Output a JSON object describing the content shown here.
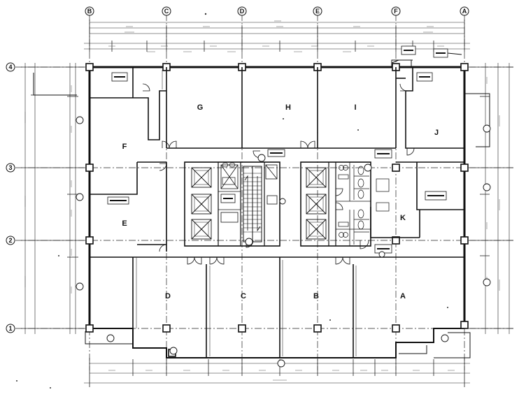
{
  "plan": {
    "column_grid_labels": [
      "B",
      "C",
      "D",
      "E",
      "F",
      "A"
    ],
    "row_grid_labels": [
      "4",
      "3",
      "2",
      "1"
    ],
    "room_labels": {
      "A": "A",
      "B": "B",
      "C": "C",
      "D": "D",
      "E": "E",
      "F": "F",
      "G": "G",
      "H": "H",
      "I": "I",
      "J": "J",
      "K": "K"
    }
  }
}
